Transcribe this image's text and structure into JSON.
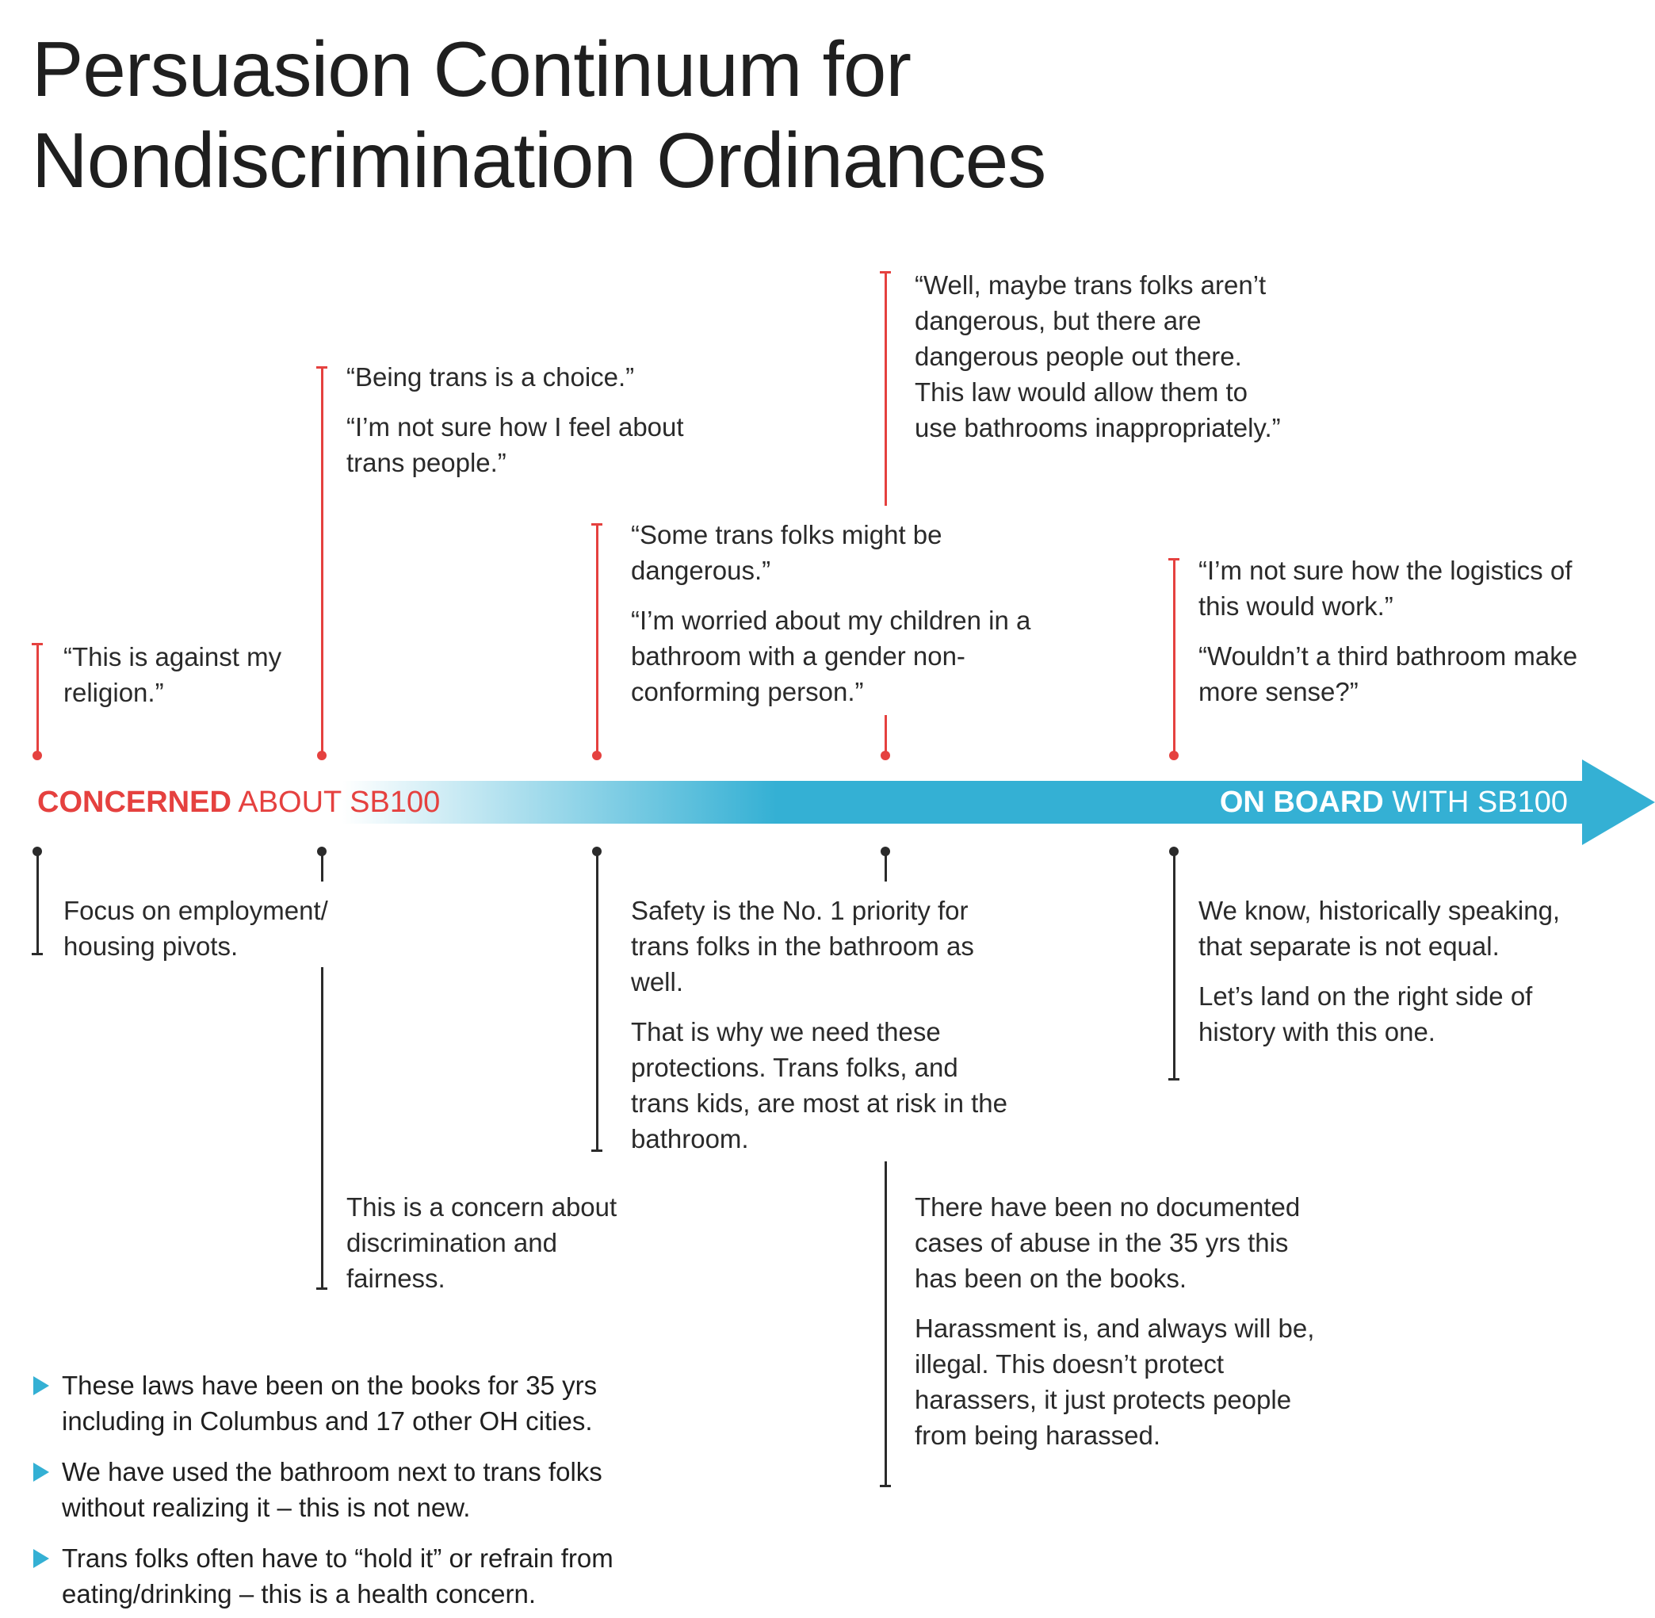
{
  "title": {
    "line1": "Persuasion Continuum for",
    "line2": "Nondiscrimination Ordinances"
  },
  "arrow": {
    "left_label_bold": "CONCERNED",
    "left_label_rest": " ABOUT SB100",
    "right_label_bold": "ON BOARD",
    "right_label_rest": " WITH SB100",
    "colors": {
      "concern": "#e5413f",
      "onboard": "#34b0d4",
      "text": "#2a2a2a"
    }
  },
  "concerns": [
    {
      "lines": [
        "“This is against my religion.”"
      ]
    },
    {
      "lines": [
        "“Being trans is a choice.”",
        "“I’m not sure how I feel about trans people.”"
      ]
    },
    {
      "lines": [
        "“Some trans folks might be dangerous.”",
        "“I’m worried about my children in a bathroom with a gender non-conforming person.”"
      ]
    },
    {
      "lines": [
        "“Well, maybe trans folks aren’t dangerous, but there are dangerous people out there. This law would allow them to use bathrooms inappropriately.”"
      ]
    },
    {
      "lines": [
        "“I’m not sure how the logistics of this would work.”",
        "“Wouldn’t a third bathroom make more sense?”"
      ]
    }
  ],
  "responses": [
    {
      "lines": [
        "Focus on employment/ housing pivots."
      ]
    },
    {
      "lines": [
        "This is a concern about discrimination and fairness."
      ]
    },
    {
      "lines": [
        "Safety is the No. 1 priority for trans folks in the bathroom as well.",
        "That is why we need these protections. Trans folks, and trans kids, are most at risk in the bathroom."
      ]
    },
    {
      "lines": [
        "There have been no documented cases of abuse in the 35 yrs this has been on the books.",
        "Harassment is, and always will be, illegal. This doesn’t protect harassers, it just protects people from being harassed."
      ]
    },
    {
      "lines": [
        "We know, historically speaking, that separate is not equal.",
        "Let’s land on the right side of history with this one."
      ]
    }
  ],
  "bullets": [
    "These laws have been on the books for 35 yrs including in Columbus and 17 other OH cities.",
    "We have used the bathroom next to trans folks without realizing it – this is not new.",
    "Trans folks often have to “hold it” or refrain from eating/drinking – this is a health concern."
  ]
}
